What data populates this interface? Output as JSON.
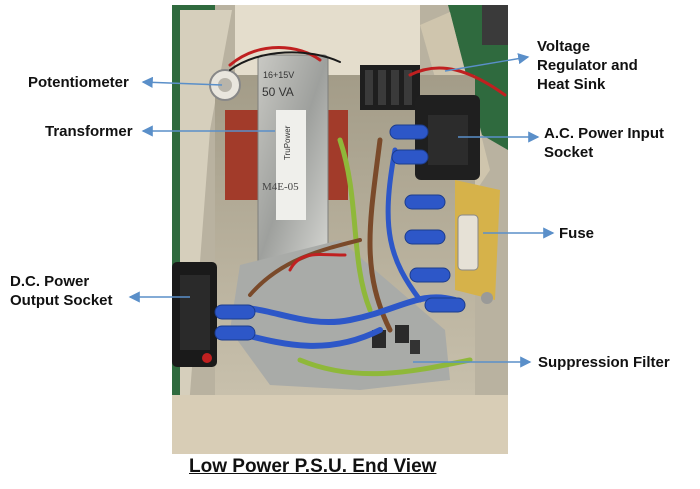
{
  "labels": {
    "potentiometer": "Potentiometer",
    "transformer": "Transformer",
    "dc_output_line1": "D.C. Power",
    "dc_output_line2": "Output Socket",
    "voltage_reg_line1": "Voltage",
    "voltage_reg_line2": "Regulator and",
    "voltage_reg_line3": "Heat Sink",
    "ac_input_line1": "A.C. Power Input",
    "ac_input_line2": "Socket",
    "fuse": "Fuse",
    "suppression_filter": "Suppression Filter"
  },
  "transformer_markings": {
    "rating": "50 VA",
    "brand": "TruPower",
    "handwritten": "M4E-05"
  },
  "caption": "Low Power P.S.U. End View",
  "colors": {
    "arrow": "#5a8fc9",
    "wire_blue": "#2d57c8",
    "wire_brown": "#7a4a2a",
    "wire_green_yellow": "#8fb83a",
    "wire_red": "#c02020",
    "case_green": "#2f6a3e",
    "enclosure_beige": "#d8cdb6",
    "pcb_yellow": "#d6b24a"
  }
}
